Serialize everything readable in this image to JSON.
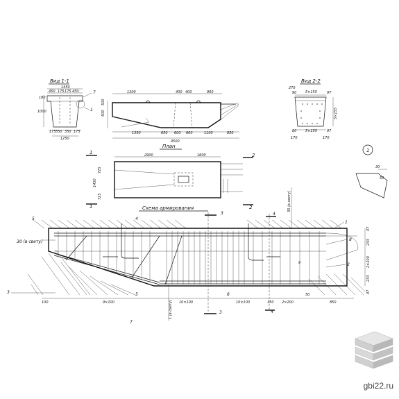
{
  "views": {
    "view11": {
      "title": "Вид 1-1",
      "dims": [
        "1450",
        "450",
        "175",
        "175",
        "450",
        "180",
        "1000",
        "175",
        "550",
        "350",
        "175",
        "1250",
        "7",
        "1"
      ]
    },
    "elevation": {
      "dims_top": [
        "1300",
        "400",
        "400",
        "900"
      ],
      "dims_left": [
        "500",
        "500"
      ],
      "dims_bottom": [
        "1350",
        "650",
        "600",
        "600",
        "1100",
        "850"
      ],
      "total": "4500"
    },
    "view22": {
      "title": "Вид 2-2",
      "dims": [
        "270",
        "5×155",
        "90",
        "97",
        "80",
        "5×155",
        "97",
        "170",
        "170"
      ]
    },
    "plan": {
      "title": "План",
      "dims_top": [
        "2900",
        "1600"
      ],
      "dims_left": [
        "725",
        "1450",
        "725"
      ],
      "markers": [
        "1",
        "1",
        "2",
        "2"
      ]
    },
    "detail": {
      "label": "1",
      "dims": [
        "30",
        "50"
      ]
    },
    "reinforcement": {
      "title": "Схема армирования",
      "labels_left": [
        "30 (в свету)",
        "5",
        "3"
      ],
      "labels_top": [
        "4",
        "3",
        "4",
        "30 (в свету)",
        "1"
      ],
      "labels_right": [
        "47",
        "233",
        "2×200",
        "8",
        "233",
        "47"
      ],
      "labels_bottom": [
        "100",
        "9×100",
        "5",
        "10×100",
        "6",
        "10×100",
        "150",
        "2×200",
        "50",
        "850"
      ],
      "labels_misc": [
        "1 (в свету)",
        "3",
        "4",
        "2",
        "7",
        "9"
      ]
    }
  },
  "watermark": "gbi22.ru"
}
